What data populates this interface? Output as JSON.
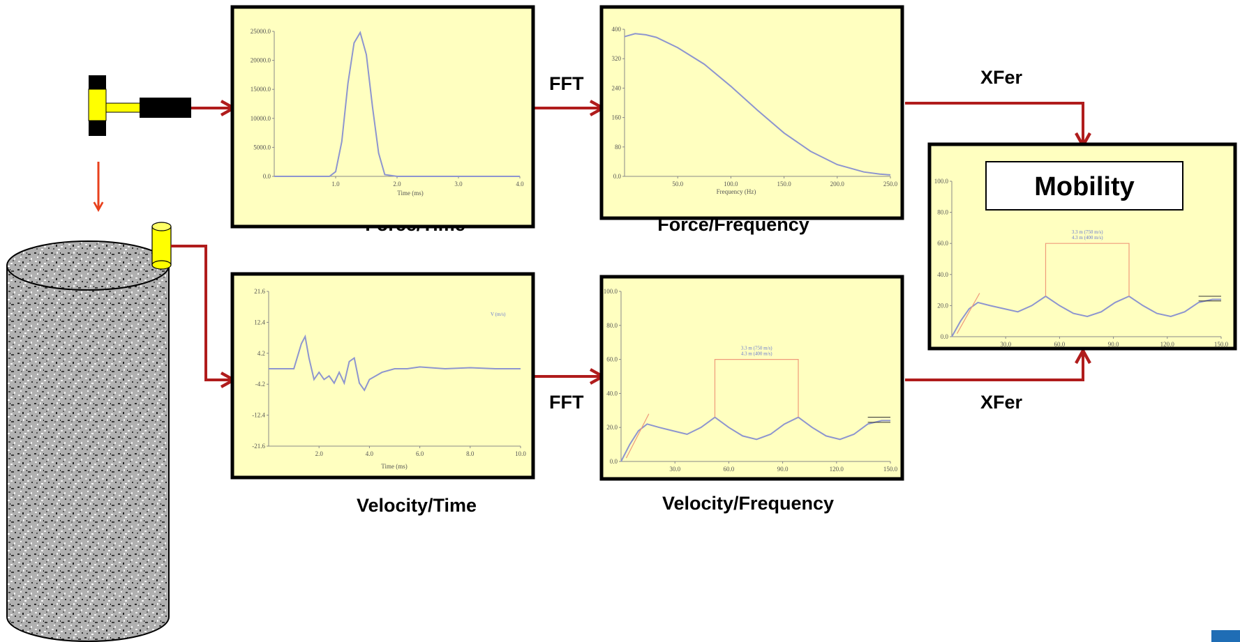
{
  "labels": {
    "force_time": "Force/Time",
    "force_frequency": "Force/Frequency",
    "velocity_time": "Velocity/Time",
    "velocity_frequency": "Velocity/Frequency",
    "fft_top": "FFT",
    "fft_bottom": "FFT",
    "xfer_top": "XFer",
    "xfer_bottom": "XFer",
    "mobility": "Mobility"
  },
  "colors": {
    "panel_bg": "#ffffc0",
    "panel_border": "#000000",
    "arrow": "#b01c1c",
    "arrow_small": "#e8401c",
    "curve": "#8d95cf",
    "annotation": "#ef9a7a",
    "hammer_yellow": "#ffff00",
    "hammer_black": "#000000",
    "corner_badge": "#1f6db5"
  },
  "chart_data": [
    {
      "type": "line",
      "panel": "force_time",
      "xlabel": "Time (ms)",
      "x_ticks": [
        "1.0",
        "2.0",
        "3.0",
        "4.0"
      ],
      "y_ticks": [
        "25000.0",
        "20000.0",
        "15000.0",
        "10000.0",
        "5000.0",
        "0.0"
      ],
      "xlim": [
        0,
        4.0
      ],
      "ylim": [
        0,
        25000
      ],
      "series": [
        {
          "x": [
            0,
            0.9,
            1.0,
            1.1,
            1.2,
            1.3,
            1.4,
            1.5,
            1.6,
            1.7,
            1.8,
            2.0,
            3.0,
            4.0
          ],
          "y": [
            0,
            0,
            800,
            6000,
            16000,
            23000,
            24800,
            21000,
            12000,
            4000,
            300,
            0,
            0,
            0
          ]
        }
      ]
    },
    {
      "type": "line",
      "panel": "force_frequency",
      "xlabel": "Frequency (Hz)",
      "x_ticks": [
        "50.0",
        "100.0",
        "150.0",
        "200.0",
        "250.0"
      ],
      "y_ticks": [
        "400",
        "320",
        "240",
        "160",
        "80",
        "0.0"
      ],
      "xlim": [
        0,
        250
      ],
      "ylim": [
        0,
        400
      ],
      "series": [
        {
          "x": [
            0,
            10,
            20,
            30,
            50,
            75,
            100,
            125,
            150,
            175,
            200,
            225,
            240,
            250
          ],
          "y": [
            380,
            388,
            385,
            378,
            350,
            305,
            245,
            180,
            118,
            68,
            32,
            12,
            6,
            4
          ]
        }
      ]
    },
    {
      "type": "line",
      "panel": "velocity_time",
      "xlabel": "Time (ms)",
      "x_ticks": [
        "2.0",
        "4.0",
        "6.0",
        "8.0",
        "10.0"
      ],
      "y_ticks": [
        "21.6",
        "12.4",
        "4.2",
        "-4.2",
        "-12.4",
        "-21.6"
      ],
      "legend": "V (m/s)",
      "xlim": [
        0,
        10.0
      ],
      "ylim": [
        -21.6,
        21.6
      ],
      "series": [
        {
          "x": [
            0,
            1.0,
            1.3,
            1.45,
            1.6,
            1.8,
            2.0,
            2.2,
            2.4,
            2.6,
            2.8,
            3.0,
            3.2,
            3.4,
            3.6,
            3.8,
            4.0,
            4.5,
            5.0,
            5.5,
            6.0,
            7.0,
            8.0,
            9.0,
            10.0
          ],
          "y": [
            0,
            0,
            7,
            9,
            3,
            -3,
            -1,
            -3,
            -2,
            -4,
            -1,
            -4,
            2,
            3,
            -4,
            -6,
            -3,
            -1,
            0,
            0,
            0.5,
            0,
            0.3,
            0,
            0
          ]
        }
      ]
    },
    {
      "type": "line",
      "panel": "velocity_frequency",
      "xlabel": "",
      "x_ticks": [
        "30.0",
        "60.0",
        "90.0",
        "120.0",
        "150.0"
      ],
      "y_ticks": [
        "100.0",
        "80.0",
        "60.0",
        "40.0",
        "20.0",
        "0.0"
      ],
      "annotation": [
        "3.3 m (750 m/s)",
        "4.3 m (400 m/s)"
      ],
      "xlim": [
        0,
        155
      ],
      "ylim": [
        0,
        100
      ],
      "series": [
        {
          "x": [
            0,
            5,
            10,
            15,
            22,
            30,
            38,
            46,
            54,
            62,
            70,
            78,
            86,
            94,
            102,
            110,
            118,
            126,
            134,
            142,
            150,
            155
          ],
          "y": [
            0,
            10,
            18,
            22,
            20,
            18,
            16,
            20,
            26,
            20,
            15,
            13,
            16,
            22,
            26,
            20,
            15,
            13,
            16,
            22,
            24,
            24
          ]
        }
      ]
    },
    {
      "type": "line",
      "panel": "mobility",
      "xlabel": "",
      "x_ticks": [
        "30.0",
        "60.0",
        "90.0",
        "120.0",
        "150.0"
      ],
      "y_ticks": [
        "100.0",
        "80.0",
        "60.0",
        "40.0",
        "20.0",
        "0.0"
      ],
      "annotation": [
        "3.3 m (750 m/s)",
        "4.3 m (400 m/s)"
      ],
      "xlim": [
        0,
        155
      ],
      "ylim": [
        0,
        100
      ],
      "series": [
        {
          "x": [
            0,
            5,
            10,
            15,
            22,
            30,
            38,
            46,
            54,
            62,
            70,
            78,
            86,
            94,
            102,
            110,
            118,
            126,
            134,
            142,
            150,
            155
          ],
          "y": [
            0,
            10,
            18,
            22,
            20,
            18,
            16,
            20,
            26,
            20,
            15,
            13,
            16,
            22,
            26,
            20,
            15,
            13,
            16,
            22,
            24,
            24
          ]
        }
      ]
    }
  ]
}
